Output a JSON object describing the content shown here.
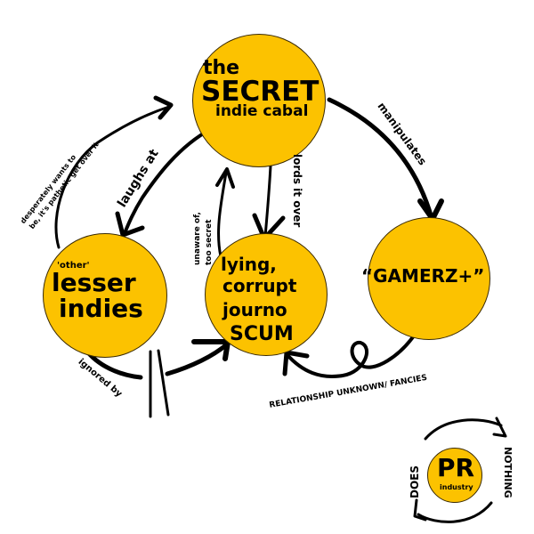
{
  "colors": {
    "node_fill": "#fcc200",
    "stroke": "#000000",
    "background": "#ffffff"
  },
  "nodes": {
    "cabal": {
      "line1": "the",
      "line2": "SECRET",
      "line3": "indie cabal"
    },
    "lesser": {
      "line1": "'other'",
      "line2": "lesser",
      "line3": "indies"
    },
    "journo": {
      "line1": "lying,",
      "line2": "corrupt",
      "line3": "journo",
      "line4": "SCUM"
    },
    "gamerz": {
      "label": "“GAMERZ+”"
    },
    "pr": {
      "line1": "PR",
      "line2": "industry"
    }
  },
  "edges": {
    "desperately": {
      "line1": "desperately wants to",
      "line2": "be, it's pathetic get over it"
    },
    "laughs_at": "laughs at",
    "unaware": {
      "line1": "unaware of,",
      "line2": "too secret"
    },
    "lords_it_over": "lords it over",
    "manipulates": "manipulates",
    "ignored_by": "ignored by",
    "relationship": "RELATIONSHIP UNKNOWN/ FANCIES",
    "pr_does": "DOES",
    "pr_nothing": "NOTHING"
  }
}
